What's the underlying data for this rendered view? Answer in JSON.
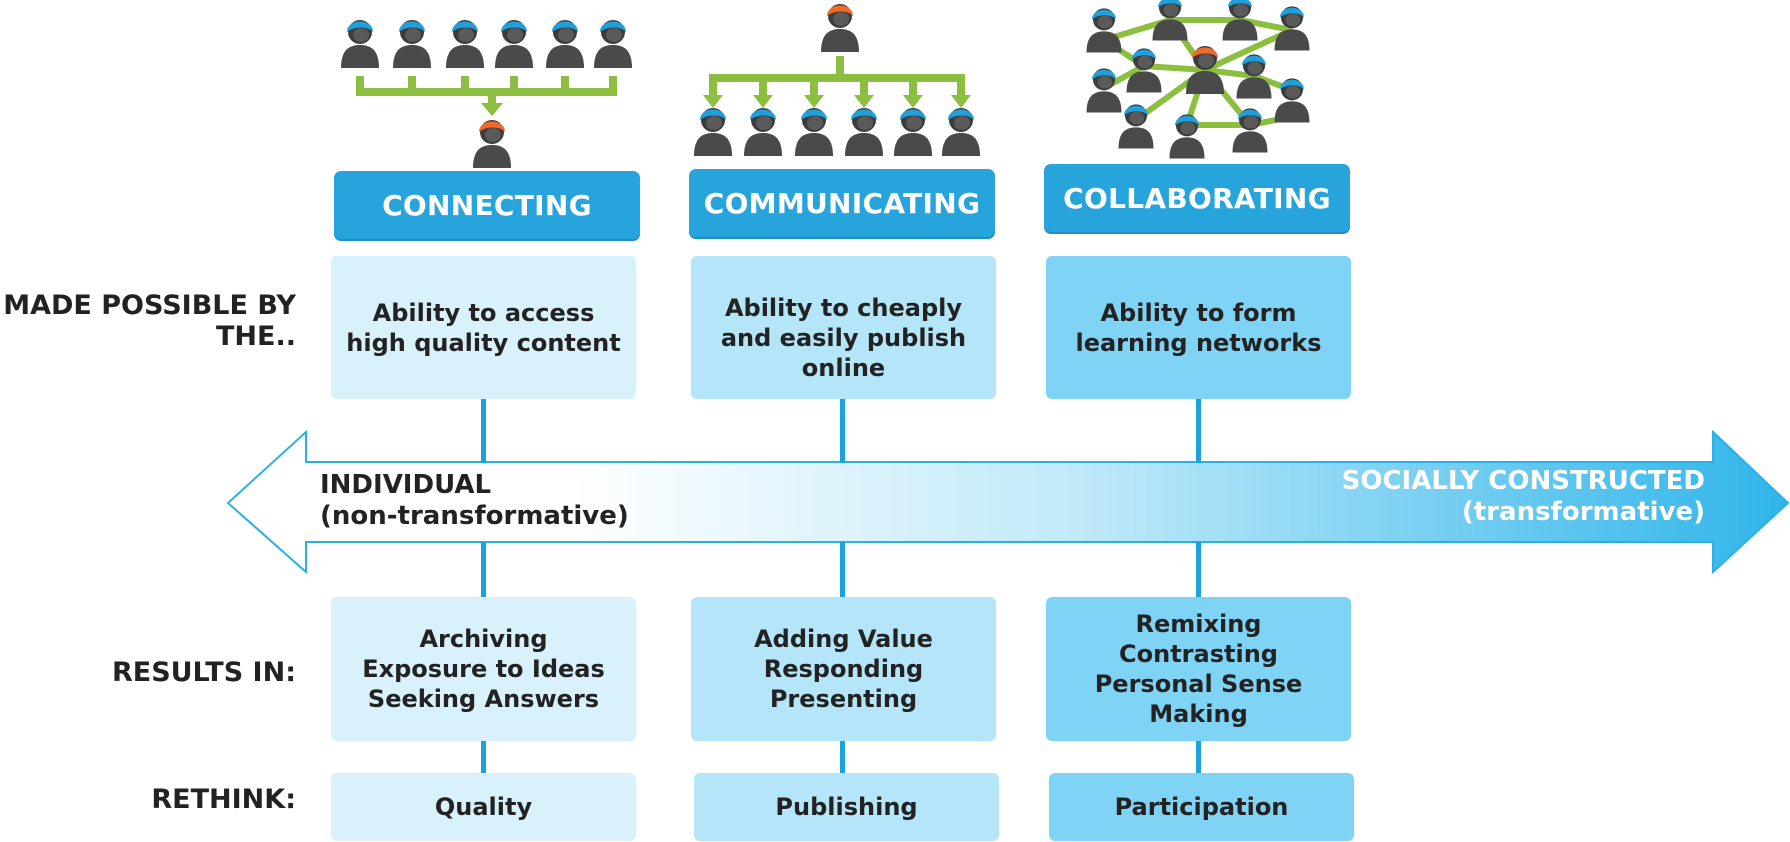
{
  "icons": {
    "person_icon": "person-icon",
    "hub_icon": "facilitator-person-icon"
  },
  "colors": {
    "header_blue": "#28a4dd",
    "box_light": "#d8f1fb",
    "box_mid": "#b4e5f8",
    "box_dark": "#7fd3f5",
    "connector_green": "#8cbf3f",
    "hair_blue": "#1fa0db",
    "hair_orange": "#f06a2a",
    "body_gray": "#4a4a4a"
  },
  "columns": [
    {
      "title": "CONNECTING",
      "made_possible": [
        "Ability to access",
        "high quality content"
      ],
      "results": [
        "Archiving",
        "Exposure to Ideas",
        "Seeking Answers"
      ],
      "rethink": "Quality"
    },
    {
      "title": "COMMUNICATING",
      "made_possible": [
        "Ability to cheaply",
        "and easily publish",
        "online"
      ],
      "results": [
        "Adding Value",
        "Responding",
        "Presenting"
      ],
      "rethink": "Publishing"
    },
    {
      "title": "COLLABORATING",
      "made_possible": [
        "Ability to form",
        "learning networks"
      ],
      "results": [
        "Remixing",
        "Contrasting",
        "Personal Sense",
        "Making"
      ],
      "rethink": "Participation"
    }
  ],
  "row_labels": {
    "made_possible": [
      "MADE POSSIBLE BY",
      "THE.."
    ],
    "results": "RESULTS IN:",
    "rethink": "RETHINK:"
  },
  "spectrum": {
    "left": [
      "INDIVIDUAL",
      "(non-transformative)"
    ],
    "right": [
      "SOCIALLY CONSTRUCTED",
      "(transformative)"
    ]
  }
}
